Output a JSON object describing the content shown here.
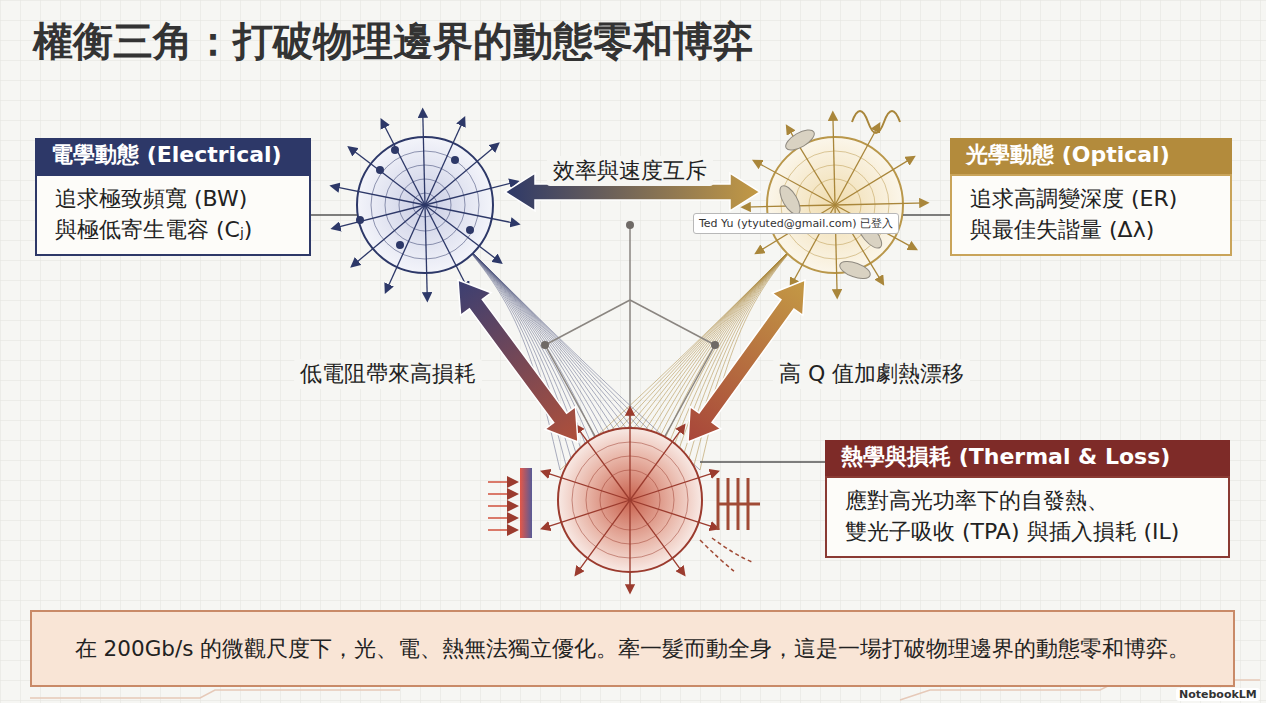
{
  "diagram": {
    "title": "權衡三角：打破物理邊界的動態零和博弈",
    "caption": "在 200Gb/s 的微觀尺度下，光、電、熱無法獨立優化。牽一髮而動全身，這是一場打破物理邊界的動態零和博弈。",
    "nodes": [
      {
        "text": [
          "電學動態 (Electrical)",
          "追求極致頻寬 (BW) 與極低寄生電容 (Cⱼ)"
        ]
      },
      {
        "text": [
          "光學動態 (Optical)",
          "追求高調變深度 (ER) 與最佳失諧量 (Δλ)"
        ]
      },
      {
        "text": [
          "熱學與損耗 (Thermal & Loss)",
          "應對高光功率下的自發熱、 雙光子吸收 (TPA) 與插入損耗 (IL)"
        ]
      }
    ],
    "labels": [
      "效率與速度互斥",
      "低電阻帶來高損耗",
      "高 Q 值加劇熱漂移",
      "Ted Yu (ytyuted@gmail.com) 已登入",
      "NotebookLM"
    ]
  }
}
